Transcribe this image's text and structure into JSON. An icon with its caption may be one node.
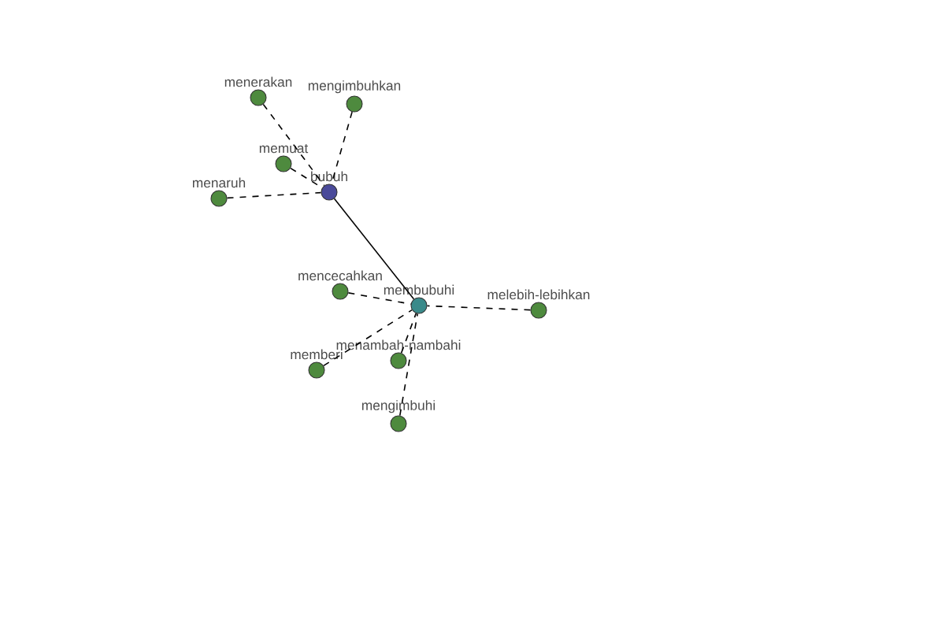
{
  "diagram": {
    "nodes": [
      {
        "text": [
          "bubuh"
        ]
      },
      {
        "text": [
          "menerakan"
        ]
      },
      {
        "text": [
          "mengimbuhkan"
        ]
      },
      {
        "text": [
          "memuat"
        ]
      },
      {
        "text": [
          "menaruh"
        ]
      },
      {
        "text": [
          "membubuhi"
        ]
      },
      {
        "text": [
          "mencecahkan"
        ]
      },
      {
        "text": [
          "melebih-lebihkan"
        ]
      },
      {
        "text": [
          "memberi"
        ]
      },
      {
        "text": [
          "menambah-nambahi"
        ]
      },
      {
        "text": [
          "mengimbuhi"
        ]
      }
    ],
    "edges": [
      {
        "from": 1,
        "to": 0,
        "arrow": "none",
        "style": "dashed"
      },
      {
        "from": 2,
        "to": 0,
        "arrow": "none",
        "style": "dashed"
      },
      {
        "from": 3,
        "to": 0,
        "arrow": "none",
        "style": "dashed"
      },
      {
        "from": 4,
        "to": 0,
        "arrow": "none",
        "style": "dashed"
      },
      {
        "from": 0,
        "to": 5,
        "arrow": "none"
      },
      {
        "from": 6,
        "to": 5,
        "arrow": "none",
        "style": "dashed"
      },
      {
        "from": 7,
        "to": 5,
        "arrow": "none",
        "style": "dashed"
      },
      {
        "from": 8,
        "to": 5,
        "arrow": "none",
        "style": "dashed"
      },
      {
        "from": 9,
        "to": 5,
        "arrow": "none",
        "style": "dashed"
      },
      {
        "from": 10,
        "to": 5,
        "arrow": "none",
        "style": "dashed"
      }
    ]
  }
}
